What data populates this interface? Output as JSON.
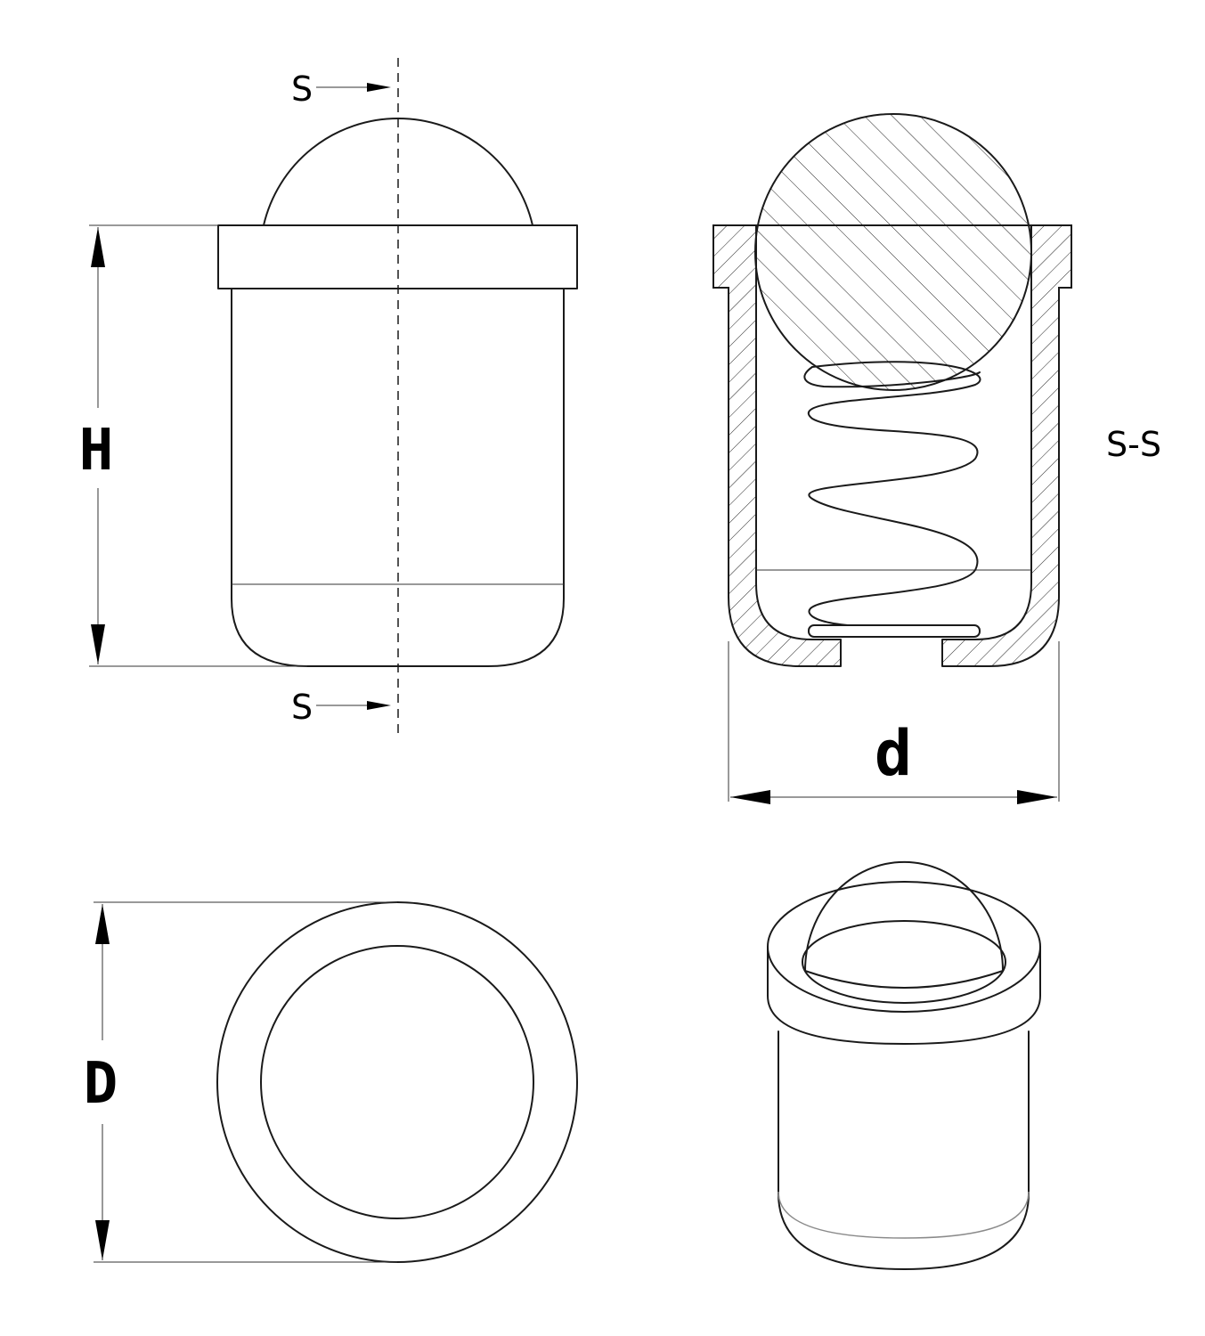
{
  "labels": {
    "section_top": "S",
    "section_bottom": "S",
    "section_title": "S-S",
    "dim_height": "H",
    "dim_inner": "d",
    "dim_outer": "D"
  }
}
